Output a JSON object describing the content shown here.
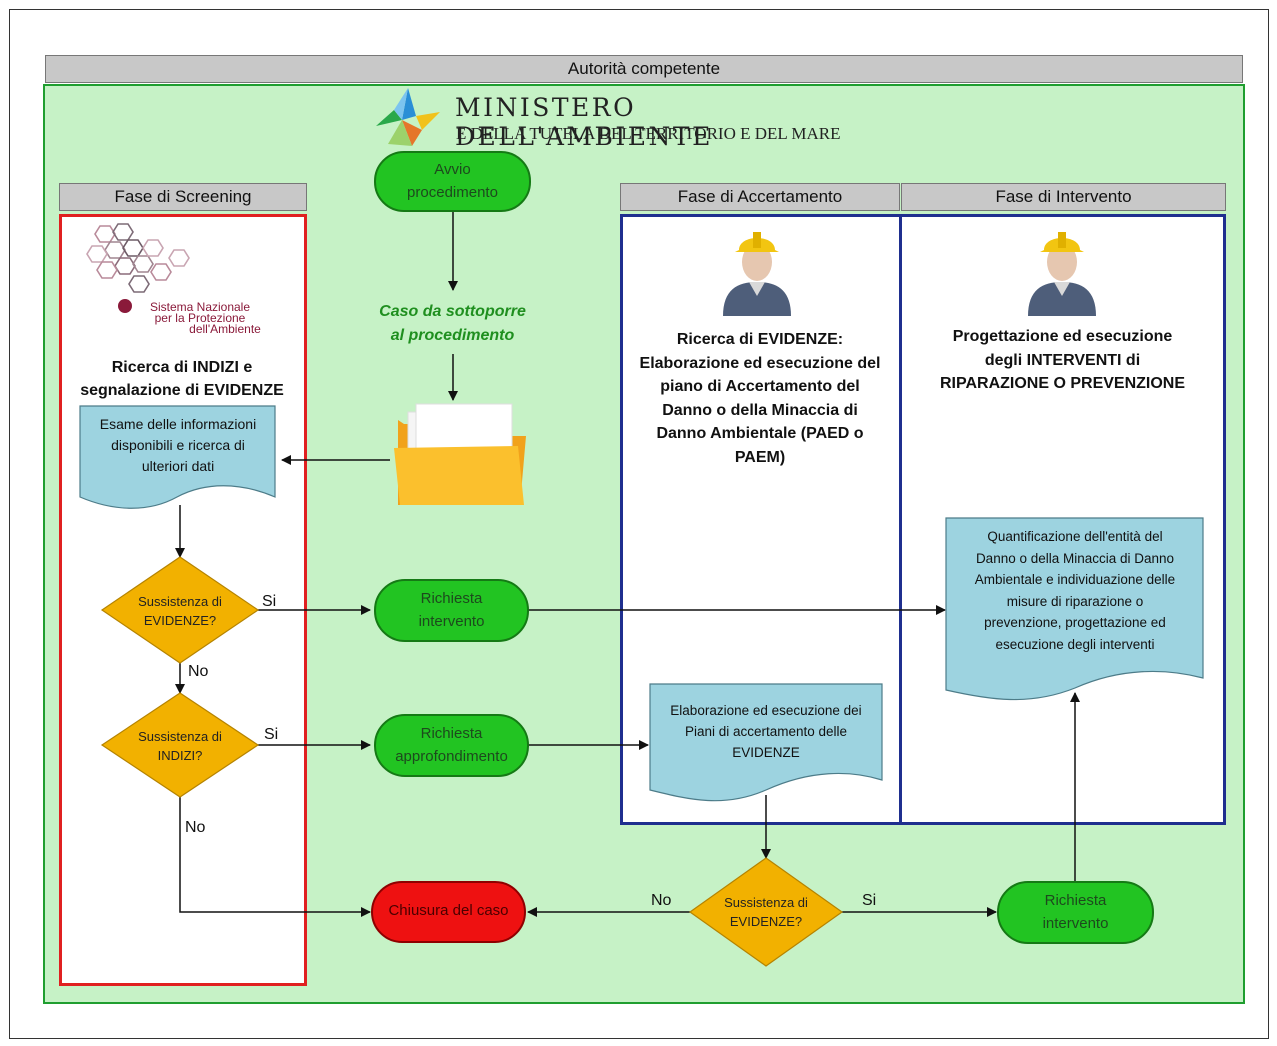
{
  "authority": {
    "title": "Autorità competente"
  },
  "ministry": {
    "line1": "MINISTERO DELL'AMBIENTE",
    "line2": "E DELLA TUTELA DEL TERRITORIO E DEL MARE"
  },
  "lanes": {
    "screening": "Fase di Screening",
    "accertamento": "Fase di Accertamento",
    "intervento": "Fase di Intervento"
  },
  "snpa": {
    "line1": "Sistema Nazionale",
    "line2": "per la Protezione",
    "line3": "dell'Ambiente"
  },
  "screening_title": {
    "line1": "Ricerca di INDIZI e",
    "line2": "segnalazione di EVIDENZE"
  },
  "accertamento_title": {
    "line1": "Ricerca di EVIDENZE:",
    "line2": "Elaborazione ed esecuzione del",
    "line3": "piano di Accertamento del",
    "line4": "Danno o della Minaccia di",
    "line5": "Danno Ambientale (PAED o",
    "line6": "PAEM)"
  },
  "intervento_title": {
    "line1": "Progettazione ed esecuzione",
    "line2": "degli INTERVENTI di",
    "line3": "RIPARAZIONE O PREVENZIONE"
  },
  "nodes": {
    "avvio": {
      "line1": "Avvio",
      "line2": "procedimento"
    },
    "caso": {
      "line1": "Caso da sottoporre",
      "line2": "al procedimento"
    },
    "esame": {
      "line1": "Esame delle informazioni",
      "line2": "disponibili e ricerca di",
      "line3": "ulteriori dati"
    },
    "dec_evidenze": {
      "line1": "Sussistenza di",
      "line2": "EVIDENZE?"
    },
    "dec_indizi": {
      "line1": "Sussistenza di",
      "line2": "INDIZI?"
    },
    "richiesta_intervento": {
      "line1": "Richiesta",
      "line2": "intervento"
    },
    "richiesta_approf": {
      "line1": "Richiesta",
      "line2": "approfondimento"
    },
    "elaborazione": {
      "line1": "Elaborazione ed esecuzione dei",
      "line2": "Piani di accertamento delle",
      "line3": "EVIDENZE"
    },
    "quantificazione": {
      "line1": "Quantificazione dell'entità del",
      "line2": "Danno o della Minaccia di Danno",
      "line3": "Ambientale e individuazione delle",
      "line4": "misure di riparazione o",
      "line5": "prevenzione, progettazione ed",
      "line6": "esecuzione degli interventi"
    },
    "chiusura": {
      "label": "Chiusura del caso"
    },
    "dec_evidenze2": {
      "line1": "Sussistenza di",
      "line2": "EVIDENZE?"
    },
    "richiesta_intervento2": {
      "line1": "Richiesta",
      "line2": "intervento"
    }
  },
  "edges": {
    "si": "Si",
    "no": "No"
  },
  "colors": {
    "green_area": "#c6f2c6",
    "terminal_green": "#22c422",
    "terminal_red": "#ee1111",
    "decision": "#f2b100",
    "document": "#9dd3e0",
    "lane_red": "#e02020",
    "lane_blue": "#1f2f8f"
  },
  "icons": [
    "ministry-star-logo",
    "snpa-hexagon-logo",
    "folder-icon",
    "worker-icon"
  ]
}
